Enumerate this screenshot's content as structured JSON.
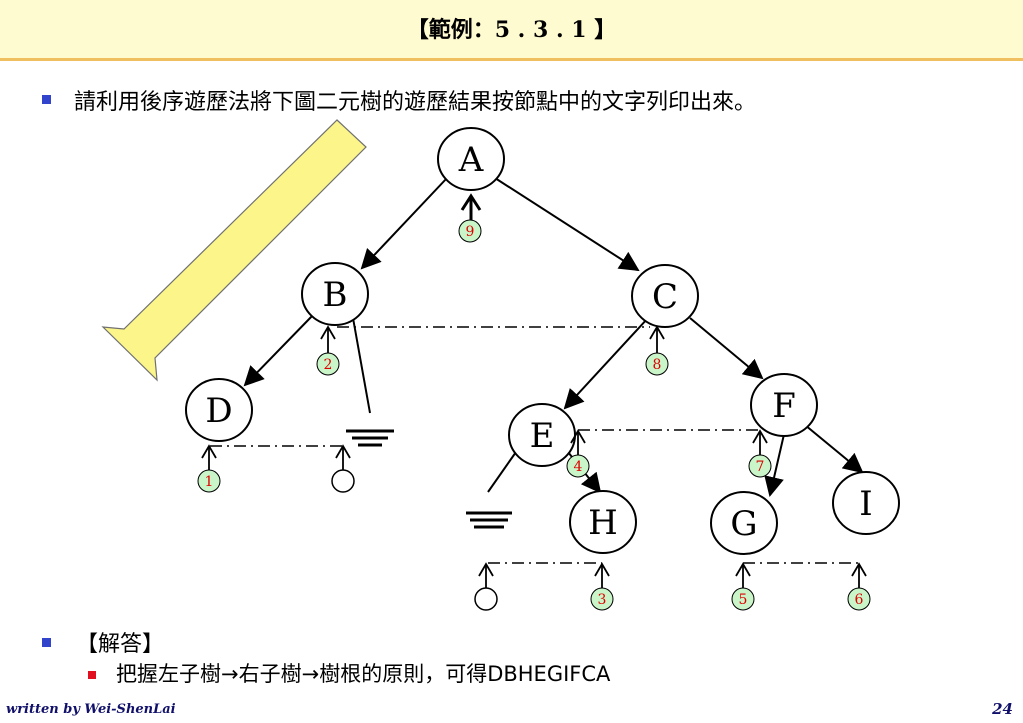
{
  "title": "【範例：5 . 3 . 1 】",
  "question": "請利用後序遊歷法將下圖二元樹的遊歷結果按節點中的文字列印出來。",
  "answer_heading": "【解答】",
  "answer_text": "把握左子樹→右子樹→樹根的原則，可得DBHEGIFCA",
  "footer_author": "written by Wei-ShenLai",
  "page_number": "24",
  "colors": {
    "title_bg": "#fffbd0",
    "title_border": "#f0c060",
    "bullet_blue": "#3344cc",
    "bullet_red": "#e01020",
    "big_arrow": "#fbf58a",
    "step_bg": "#c9f5c9",
    "step_text": "#e00000"
  },
  "tree": {
    "nodes": {
      "A": "A",
      "B": "B",
      "C": "C",
      "D": "D",
      "E": "E",
      "F": "F",
      "G": "G",
      "H": "H",
      "I": "I"
    },
    "steps": [
      "1",
      "2",
      "3",
      "4",
      "5",
      "6",
      "7",
      "8",
      "9"
    ]
  }
}
